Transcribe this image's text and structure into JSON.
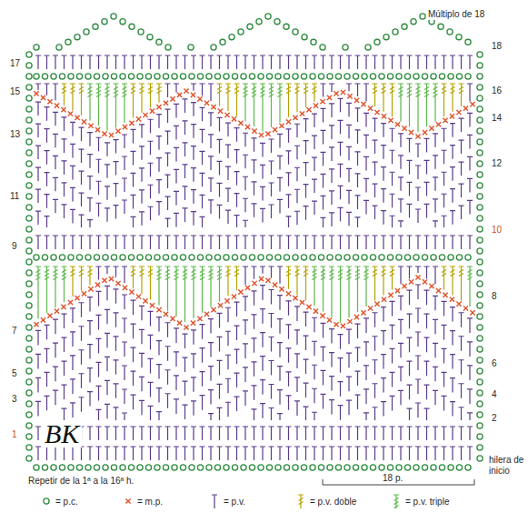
{
  "diagram": {
    "labels": [
      "Múltiplo de 18",
      "18",
      "17",
      "16",
      "15",
      "14",
      "13",
      "12",
      "11",
      "10",
      "9",
      "8",
      "7",
      "6",
      "5",
      "4",
      "3",
      "2",
      "1",
      "hilera de inicio",
      "18 p.",
      "BK",
      "Repetir de la 1ª a la 16ª h."
    ],
    "legend": [
      {
        "text": "= p.c."
      },
      {
        "text": "= m.p."
      },
      {
        "text": "= p.v."
      },
      {
        "text": "= p.v. doble"
      },
      {
        "text": "= p.v. triple"
      }
    ]
  }
}
